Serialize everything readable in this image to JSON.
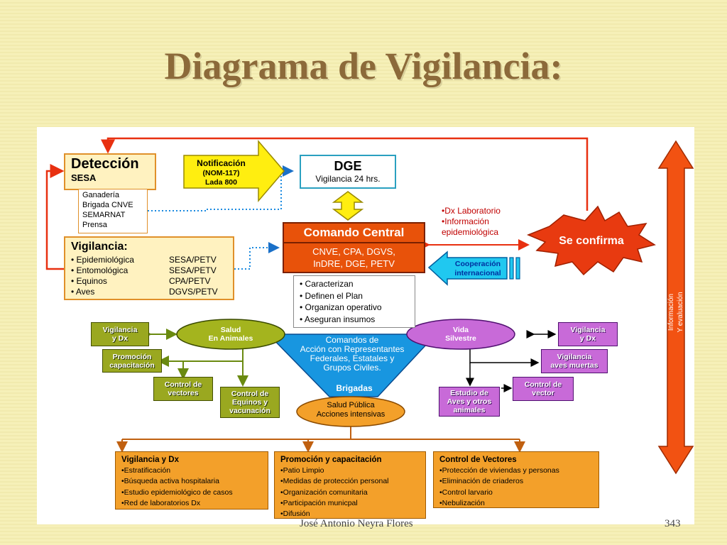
{
  "slide": {
    "title": "Diagrama de Vigilancia:",
    "footer_author": "José Antonio Neyra Flores",
    "footer_page": "343"
  },
  "detection": {
    "title": "Detección",
    "subtitle": "SESA",
    "list": [
      "Ganadería",
      "Brigada CNVE",
      "SEMARNAT",
      "Prensa"
    ]
  },
  "notification": {
    "lines": [
      "Notificación",
      "(NOM-117)",
      "Lada 800"
    ]
  },
  "dge": {
    "title": "DGE",
    "subtitle": "Vigilancia 24 hrs."
  },
  "surveillance": {
    "title": "Vigilancia:",
    "rows": [
      {
        "label": "• Epidemiológica",
        "target": "SESA/PETV"
      },
      {
        "label": "• Entomológica",
        "target": "SESA/PETV"
      },
      {
        "label": "• Equinos",
        "target": "CPA/PETV"
      },
      {
        "label": "• Aves",
        "target": "DGVS/PETV"
      }
    ]
  },
  "central_command": {
    "title": "Comando Central",
    "line1": "CNVE, CPA, DGVS,",
    "line2": "InDRE, DGE, PETV",
    "list": [
      "• Caracterizan",
      "• Definen el Plan",
      "• Organizan operativo",
      "• Aseguran insumos"
    ]
  },
  "lab_info": [
    "•Dx Laboratorio",
    "•Información",
    "epidemiológica"
  ],
  "confirm": {
    "label": "Se confirma"
  },
  "cooperation": {
    "lines": [
      "Cooperación",
      "internacional"
    ]
  },
  "side_arrow": {
    "lines": [
      "Información",
      "Y evaluación"
    ]
  },
  "funnel": {
    "lines": [
      "Comandos de",
      "Acción con Representantes",
      "Federales, Estatales y",
      "Grupos Civiles."
    ],
    "brigadas": "Brigadas",
    "bottom": [
      "Salud Pública",
      "Acciones intensivas"
    ]
  },
  "animal_health": {
    "oval": [
      "Salud",
      "En Animales"
    ],
    "boxes": {
      "vig": [
        "Vigilancia",
        "y Dx"
      ],
      "prom": [
        "Promoción",
        "capacitación"
      ],
      "vect": [
        "Control de",
        "vectores"
      ],
      "equi": [
        "Control de",
        "Equinos y",
        "vacunación"
      ]
    }
  },
  "wildlife": {
    "oval": [
      "Vida",
      "Silvestre"
    ],
    "boxes": {
      "vig": [
        "Vigilancia",
        "y Dx"
      ],
      "aves": [
        "Vigilancia",
        "aves muertas"
      ],
      "vect": [
        "Control de",
        "vector"
      ],
      "est": [
        "Estudio de",
        "Aves y otros",
        "animales"
      ]
    }
  },
  "public_health": [
    {
      "title": "Vigilancia y Dx",
      "items": [
        "•Estratificación",
        "•Búsqueda activa hospitalaria",
        "•Estudio epidemiológico de casos",
        "•Red de laboratorios Dx"
      ]
    },
    {
      "title": "Promoción y capacitación",
      "items": [
        "•Patio Limpio",
        "•Medidas de protección personal",
        "•Organización comunitaria",
        "•Participación municpal",
        "•Difusión"
      ]
    },
    {
      "title": "Control de Vectores",
      "items": [
        "•Protección de viviendas y personas",
        "•Eliminación de criaderos",
        "•Control larvario",
        "•Nebulización"
      ]
    }
  ],
  "colors": {
    "background": "#f6f0b8",
    "title": "#8c6a3a",
    "orange_red": "#e8520a",
    "yellow": "#ffee10",
    "cyan": "#20c8f0",
    "blue": "#1896e0",
    "olive": "#9aa820",
    "purple": "#c86ad8",
    "orange": "#f3a02a",
    "red": "#e02010"
  }
}
